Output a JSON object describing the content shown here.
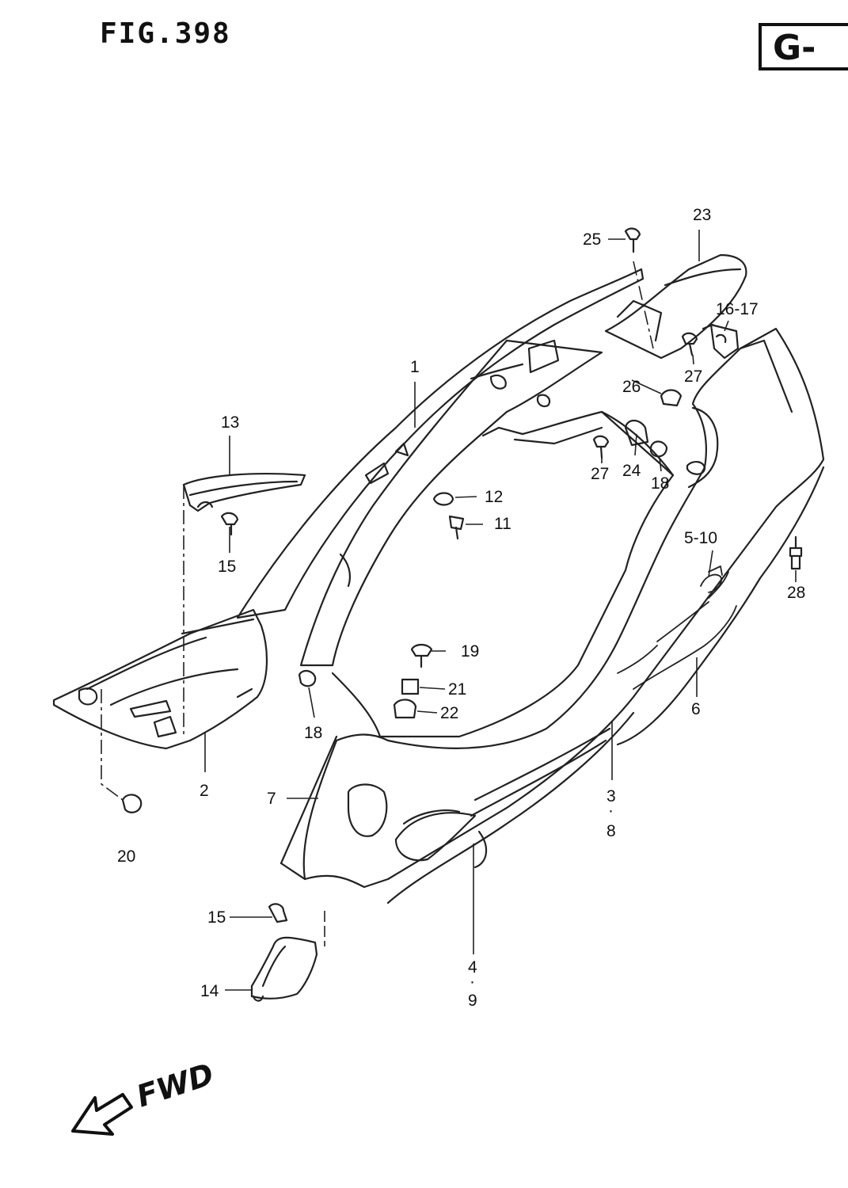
{
  "header": {
    "figure_label": "FIG.398",
    "group_code": "G-"
  },
  "direction": {
    "label": "FWD"
  },
  "callouts": [
    {
      "id": "c1",
      "text": "1"
    },
    {
      "id": "c2",
      "text": "2"
    },
    {
      "id": "c3",
      "text": "3"
    },
    {
      "id": "c3dot",
      "text": "·"
    },
    {
      "id": "c8",
      "text": "8"
    },
    {
      "id": "c4",
      "text": "4"
    },
    {
      "id": "c4dot",
      "text": "·"
    },
    {
      "id": "c9",
      "text": "9"
    },
    {
      "id": "c510",
      "text": "5-10"
    },
    {
      "id": "c6",
      "text": "6"
    },
    {
      "id": "c7",
      "text": "7"
    },
    {
      "id": "c11",
      "text": "11"
    },
    {
      "id": "c12",
      "text": "12"
    },
    {
      "id": "c13",
      "text": "13"
    },
    {
      "id": "c14",
      "text": "14"
    },
    {
      "id": "c15a",
      "text": "15"
    },
    {
      "id": "c15b",
      "text": "15"
    },
    {
      "id": "c1617",
      "text": "16-17"
    },
    {
      "id": "c18a",
      "text": "18"
    },
    {
      "id": "c18b",
      "text": "18"
    },
    {
      "id": "c19",
      "text": "19"
    },
    {
      "id": "c20",
      "text": "20"
    },
    {
      "id": "c21",
      "text": "21"
    },
    {
      "id": "c22",
      "text": "22"
    },
    {
      "id": "c23",
      "text": "23"
    },
    {
      "id": "c24",
      "text": "24"
    },
    {
      "id": "c25",
      "text": "25"
    },
    {
      "id": "c26",
      "text": "26"
    },
    {
      "id": "c27a",
      "text": "27"
    },
    {
      "id": "c27b",
      "text": "27"
    },
    {
      "id": "c28",
      "text": "28"
    }
  ]
}
